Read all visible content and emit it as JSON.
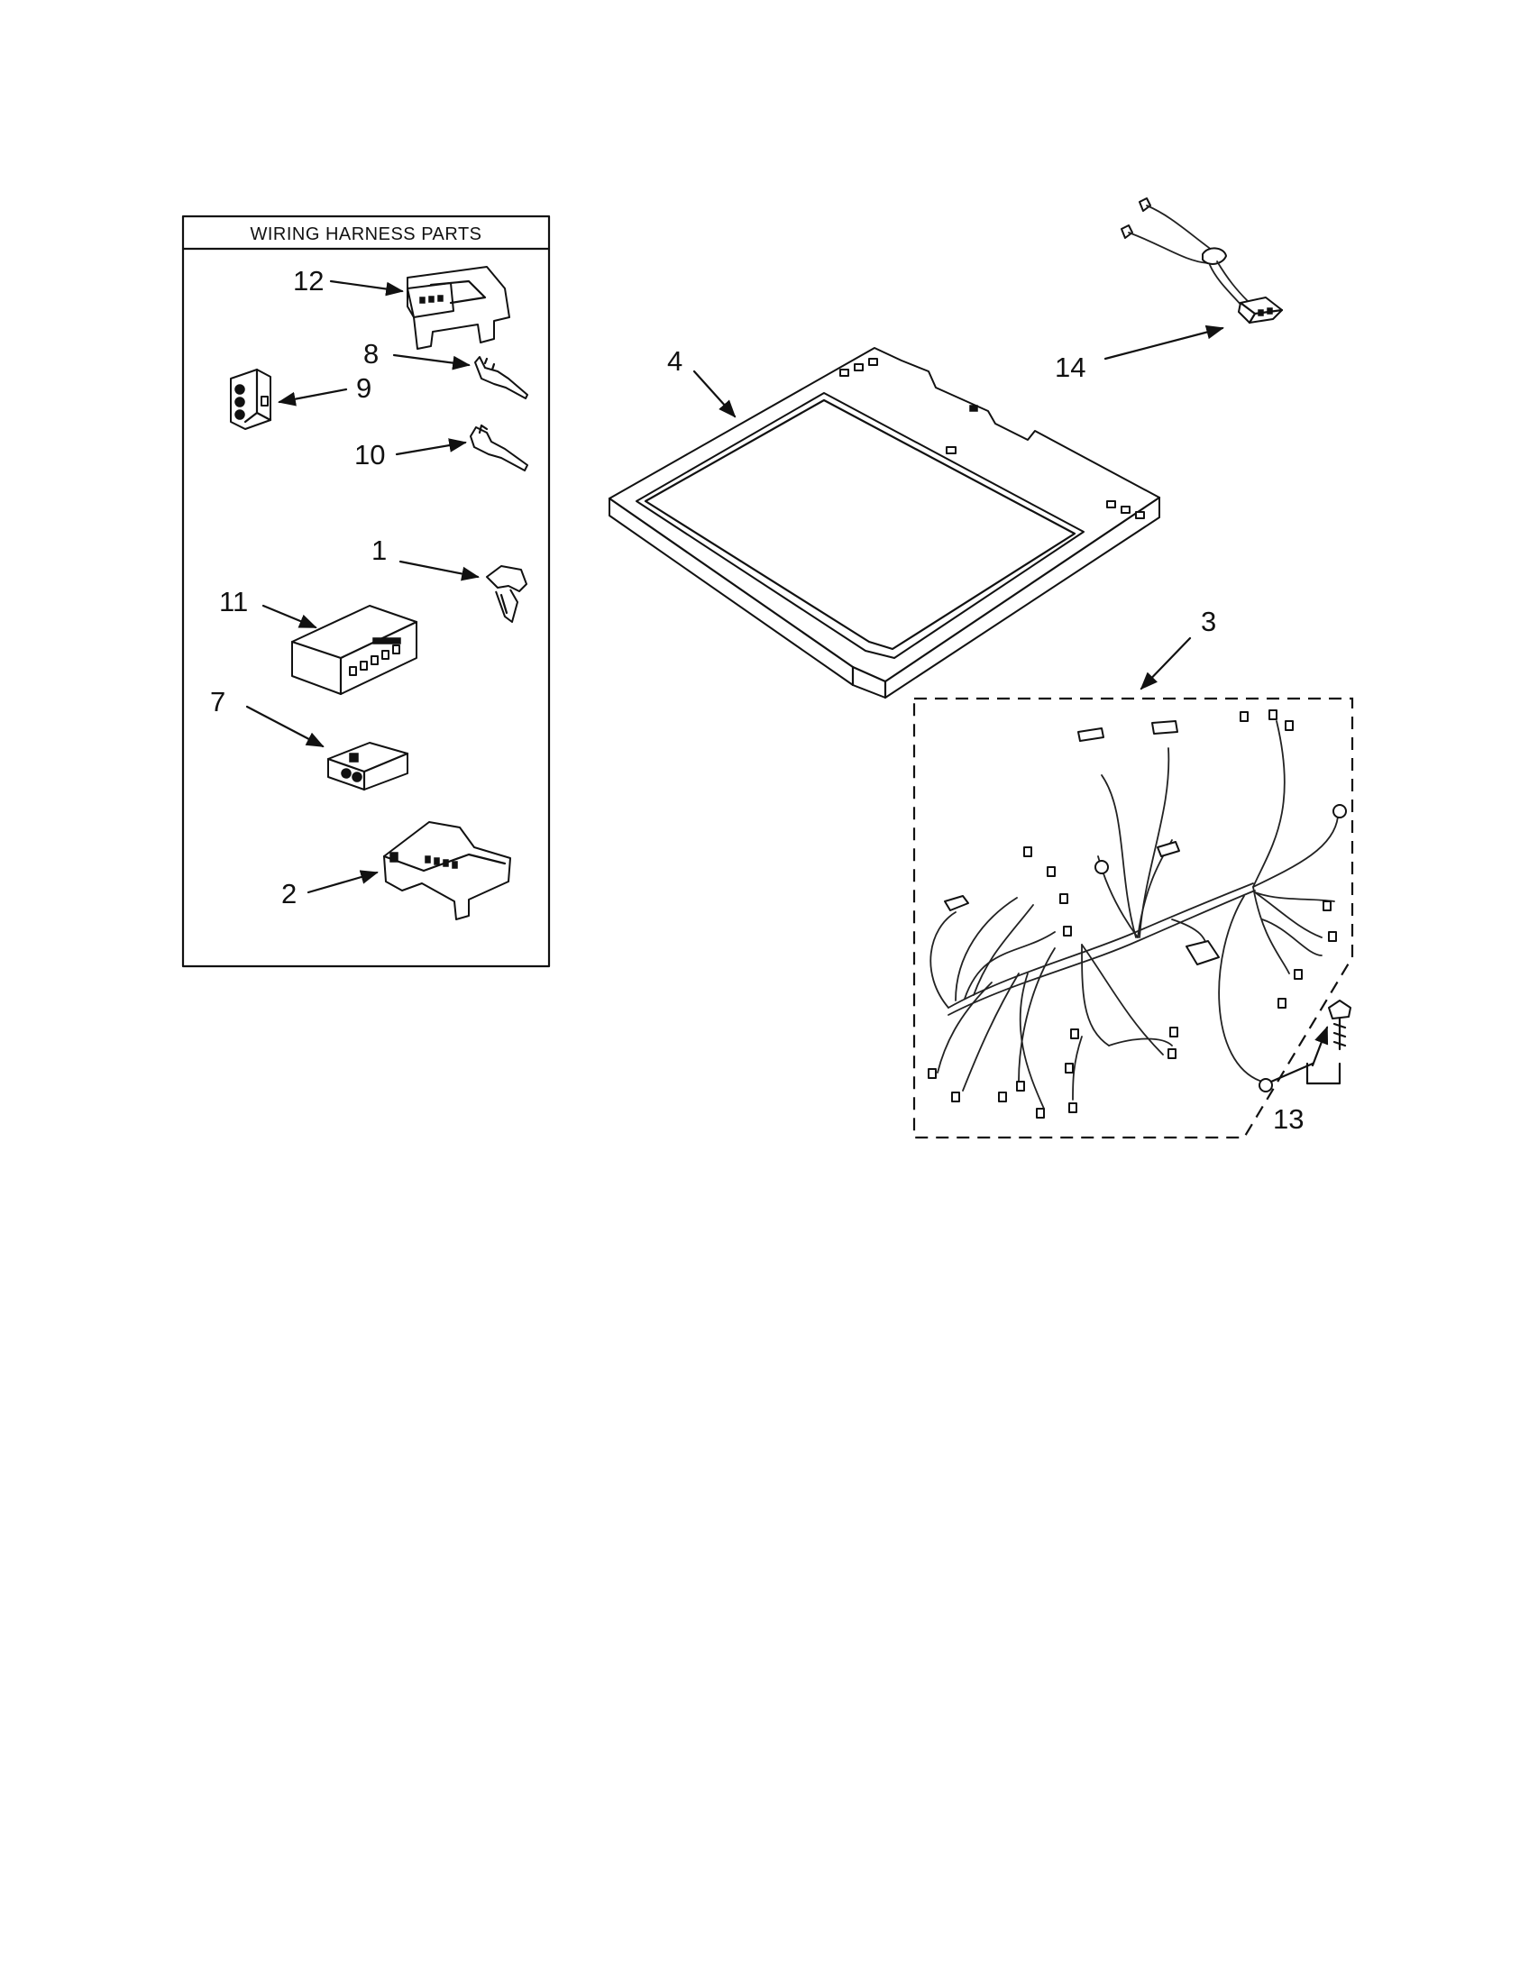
{
  "panel": {
    "title": "WIRING HARNESS PARTS"
  },
  "callouts": {
    "c1": "1",
    "c2": "2",
    "c3": "3",
    "c4": "4",
    "c7": "7",
    "c8": "8",
    "c9": "9",
    "c10": "10",
    "c11": "11",
    "c12": "12",
    "c13": "13",
    "c14": "14"
  }
}
